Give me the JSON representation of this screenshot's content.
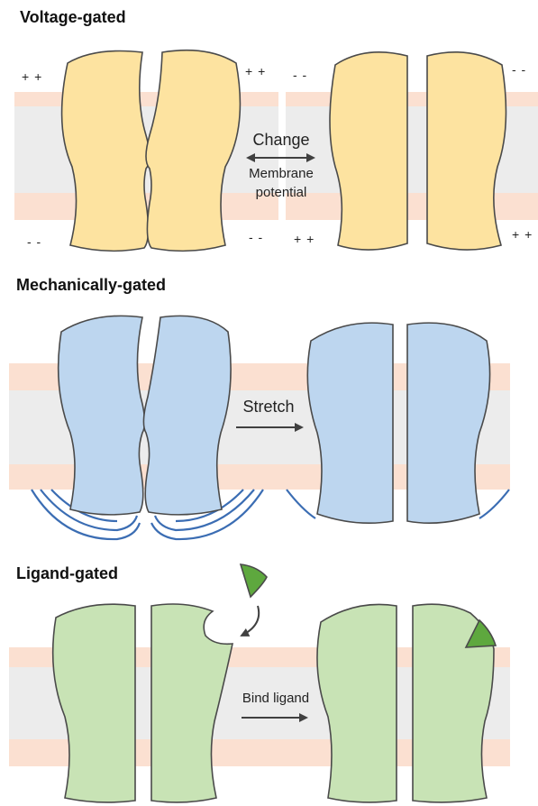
{
  "sections": {
    "voltage": {
      "title": "Voltage-gated",
      "label_line1": "Change",
      "label_line2": "Membrane",
      "label_line3": "potential",
      "closed_top_left": "+ +",
      "closed_top_right": "+ +",
      "closed_bottom_left": "- -",
      "closed_bottom_right": "- -",
      "open_top_left": "- -",
      "open_top_right": "- -",
      "open_bottom_left": "+ +",
      "open_bottom_right": "+ +"
    },
    "mechanical": {
      "title": "Mechanically-gated",
      "label": "Stretch"
    },
    "ligand": {
      "title": "Ligand-gated",
      "label": "Bind ligand"
    }
  },
  "colors": {
    "membrane_outer": "#fbe0d1",
    "membrane_inner": "#ececec",
    "voltage_fill": "#fde3a0",
    "mechanical_fill": "#bdd6ef",
    "ligand_fill": "#c8e3b5",
    "ligand_fill_dark": "#5ea83e",
    "curve_stroke": "#3b6db3",
    "arrow": "#404040"
  }
}
